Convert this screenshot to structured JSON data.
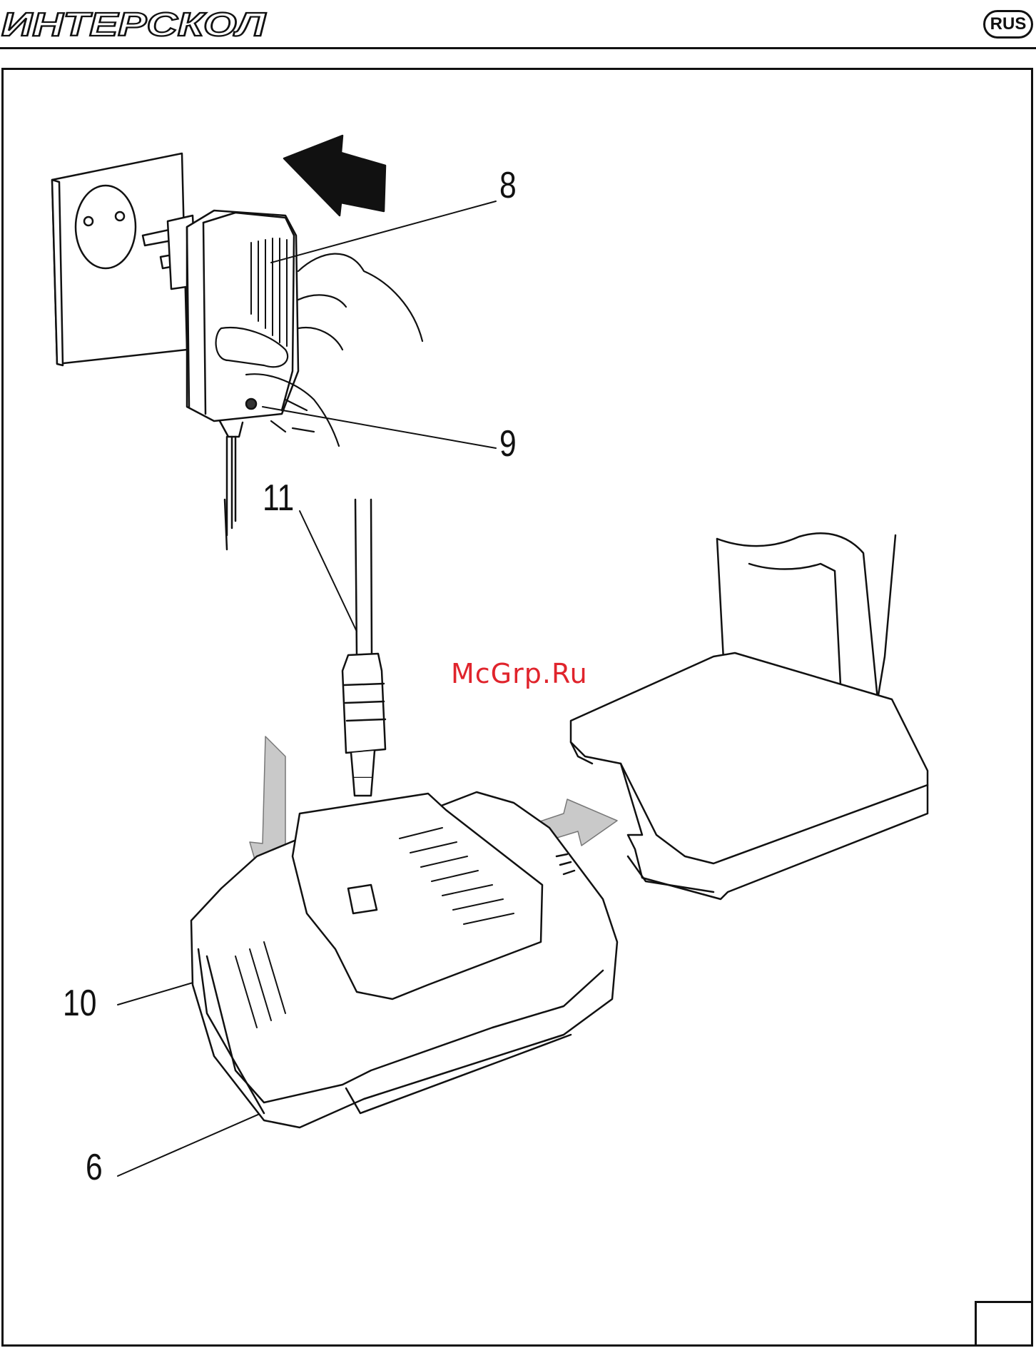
{
  "header": {
    "brand": "ИНТЕРСКОЛ",
    "language_badge": "RUS"
  },
  "figure": {
    "callouts": [
      {
        "id": "8",
        "label": "8"
      },
      {
        "id": "9",
        "label": "9"
      },
      {
        "id": "11",
        "label": "11"
      },
      {
        "id": "10",
        "label": "10"
      },
      {
        "id": "6",
        "label": "6"
      }
    ],
    "watermark": "McGrp.Ru"
  },
  "colors": {
    "ink": "#111111",
    "arrow_grey": "#c9c9c9",
    "watermark_red": "#e0242c"
  }
}
